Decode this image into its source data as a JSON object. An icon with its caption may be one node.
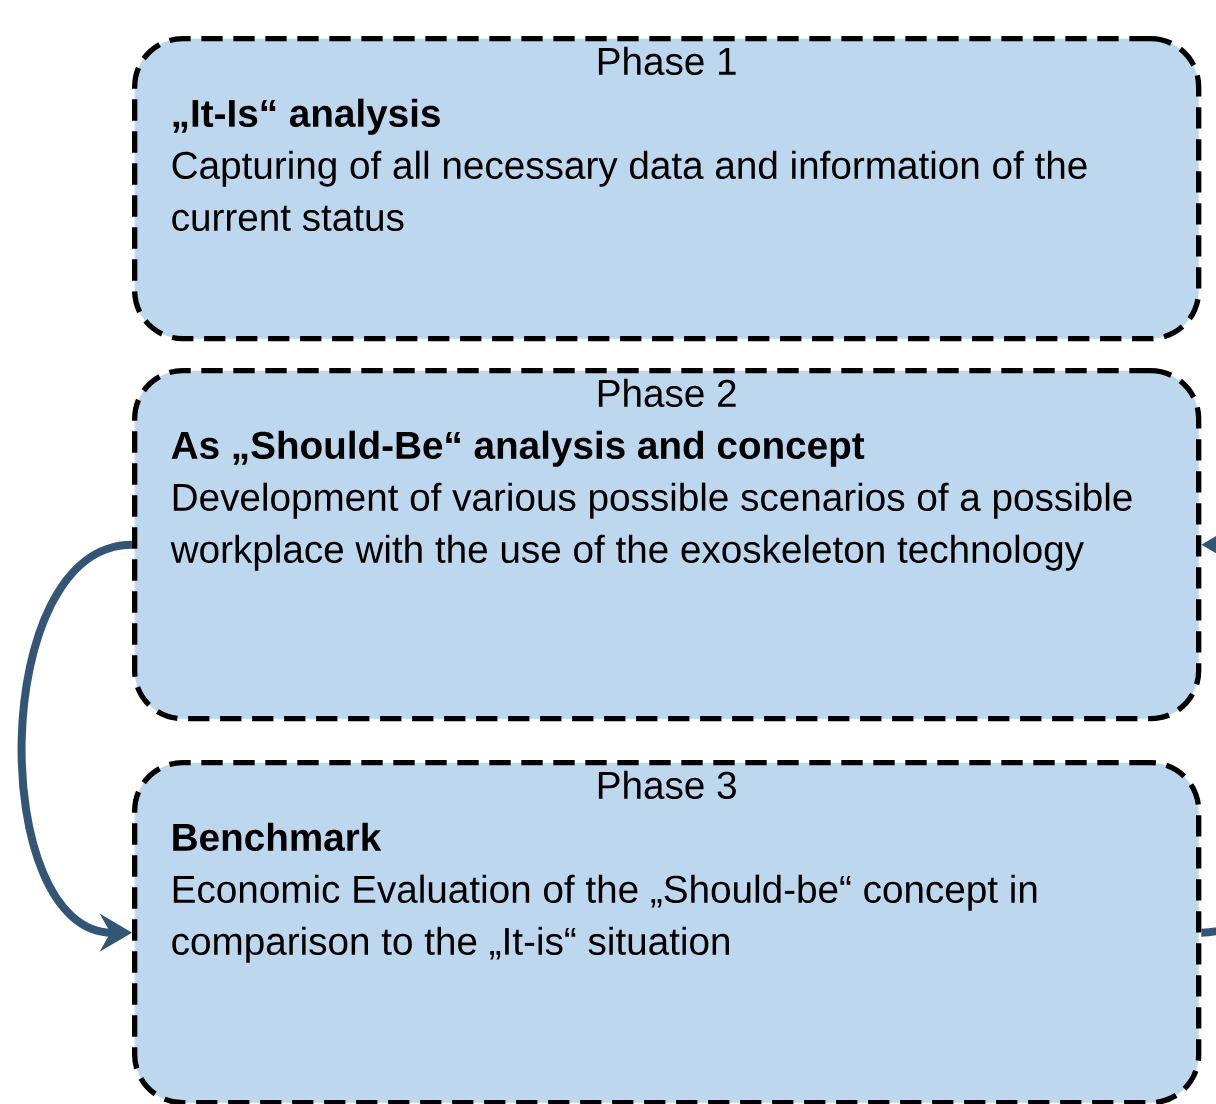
{
  "diagram": {
    "nodes": [
      {
        "text": [
          "Phase 1",
          "„It-Is“ analysis",
          "Capturing of all necessary data and information of the current status"
        ]
      },
      {
        "text": [
          "Phase 2",
          "As „Should-Be“ analysis and concept",
          "Development of various possible scenarios of a possible workplace with the use of the exoskeleton technology"
        ]
      },
      {
        "text": [
          "Phase 3",
          "Benchmark",
          "Economic Evaluation of the „Should-be“ concept in comparison to the „It-is“ situation"
        ]
      }
    ],
    "edges": [
      {
        "from": 1,
        "to": 2,
        "arrow": "to"
      },
      {
        "from": 2,
        "to": 1,
        "arrow": "to"
      }
    ]
  }
}
